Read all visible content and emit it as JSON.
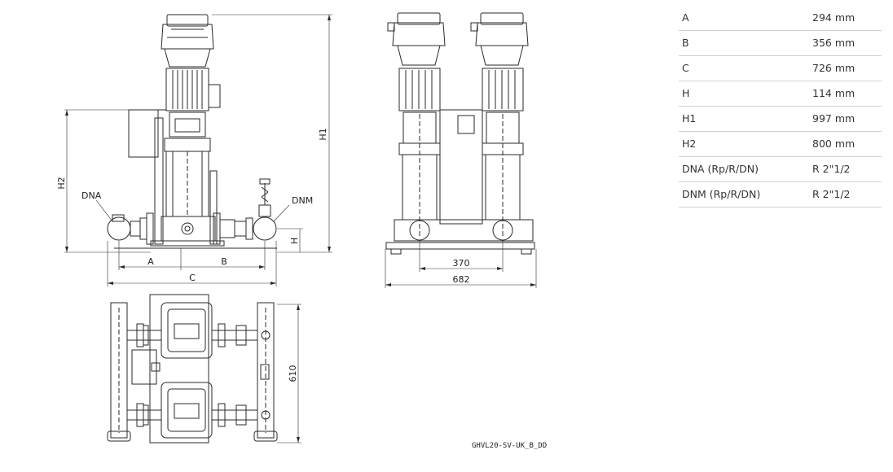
{
  "specs": [
    {
      "label": "A",
      "value": "294 mm"
    },
    {
      "label": "B",
      "value": "356 mm"
    },
    {
      "label": "C",
      "value": "726 mm"
    },
    {
      "label": "H",
      "value": "114 mm"
    },
    {
      "label": "H1",
      "value": "997 mm"
    },
    {
      "label": "H2",
      "value": "800 mm"
    },
    {
      "label": "DNA (Rp/R/DN)",
      "value": "R 2\"1/2"
    },
    {
      "label": "DNM (Rp/R/DN)",
      "value": "R 2\"1/2"
    }
  ],
  "drawing": {
    "side": {
      "h1": "H1",
      "h2": "H2",
      "h": "H",
      "a": "A",
      "b": "B",
      "c": "C",
      "dna": "DNA",
      "dnm": "DNM"
    },
    "front": {
      "d370": "370",
      "d682": "682"
    },
    "top": {
      "d610": "610"
    },
    "code": "GHVL20-SV-UK_B_DD"
  }
}
